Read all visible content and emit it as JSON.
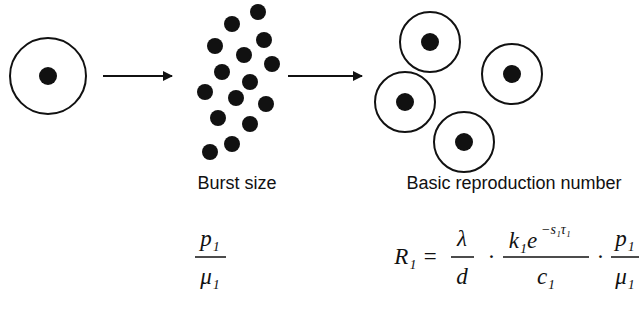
{
  "diagram": {
    "labels": [
      "Burst size",
      "Basic reproduction number",
      "p₁",
      "μ₁",
      "R₁ =",
      "λ",
      "d",
      "·",
      "k₁e",
      "−s₁τ₁",
      "c₁",
      "·",
      "p₁",
      "μ₁"
    ]
  }
}
